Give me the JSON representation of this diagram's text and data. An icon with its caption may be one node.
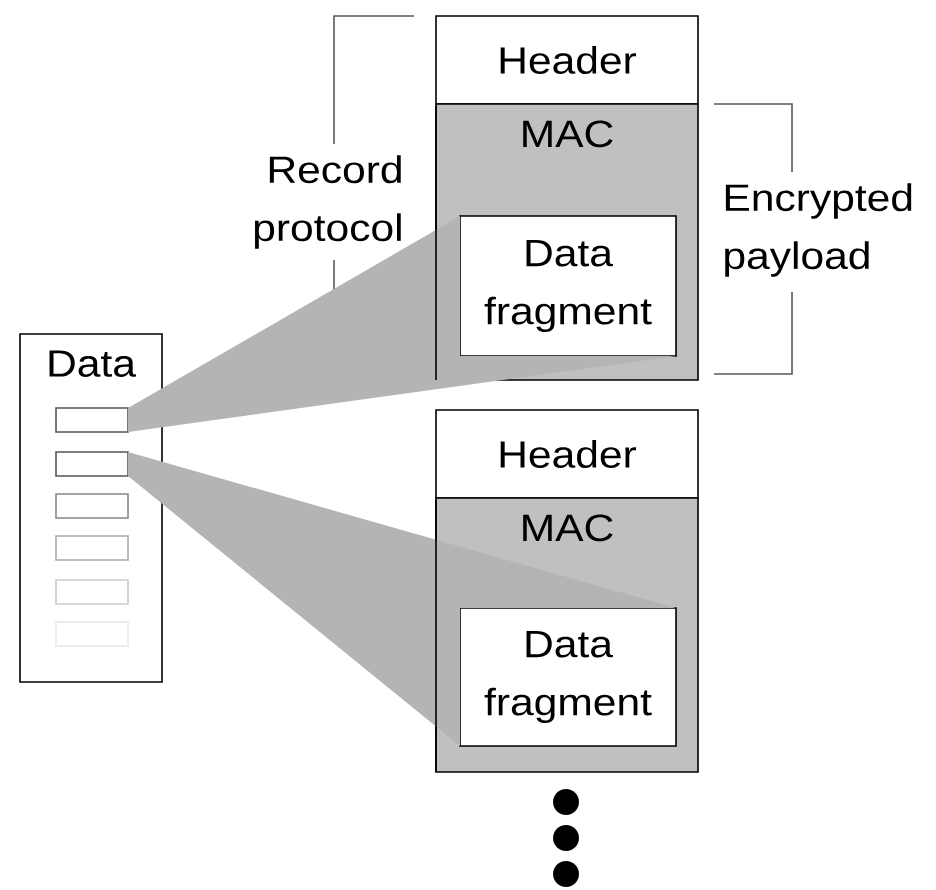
{
  "diagram": {
    "nodes": [
      {
        "text": [
          "Data"
        ]
      },
      {
        "text": [],
        "shape": "box",
        "in": 0
      },
      {
        "text": [],
        "shape": "box",
        "in": 0
      },
      {
        "text": [],
        "shape": "box",
        "in": 0
      },
      {
        "text": [],
        "shape": "box",
        "in": 0
      },
      {
        "text": [],
        "shape": "box",
        "in": 0
      },
      {
        "text": [],
        "shape": "box",
        "in": 0
      },
      {
        "text": [
          "Header"
        ]
      },
      {
        "text": [
          "MAC"
        ]
      },
      {
        "text": [
          "Data fragment"
        ],
        "in": 8
      },
      {
        "text": [
          "Header"
        ]
      },
      {
        "text": [
          "MAC"
        ]
      },
      {
        "text": [
          "Data fragment"
        ],
        "in": 11
      }
    ],
    "edges": [
      {
        "from": 1,
        "to": 9,
        "arrow": "none"
      },
      {
        "from": 2,
        "to": 12,
        "arrow": "none"
      }
    ],
    "labels": [
      "Record protocol",
      "Encrypted payload"
    ]
  }
}
